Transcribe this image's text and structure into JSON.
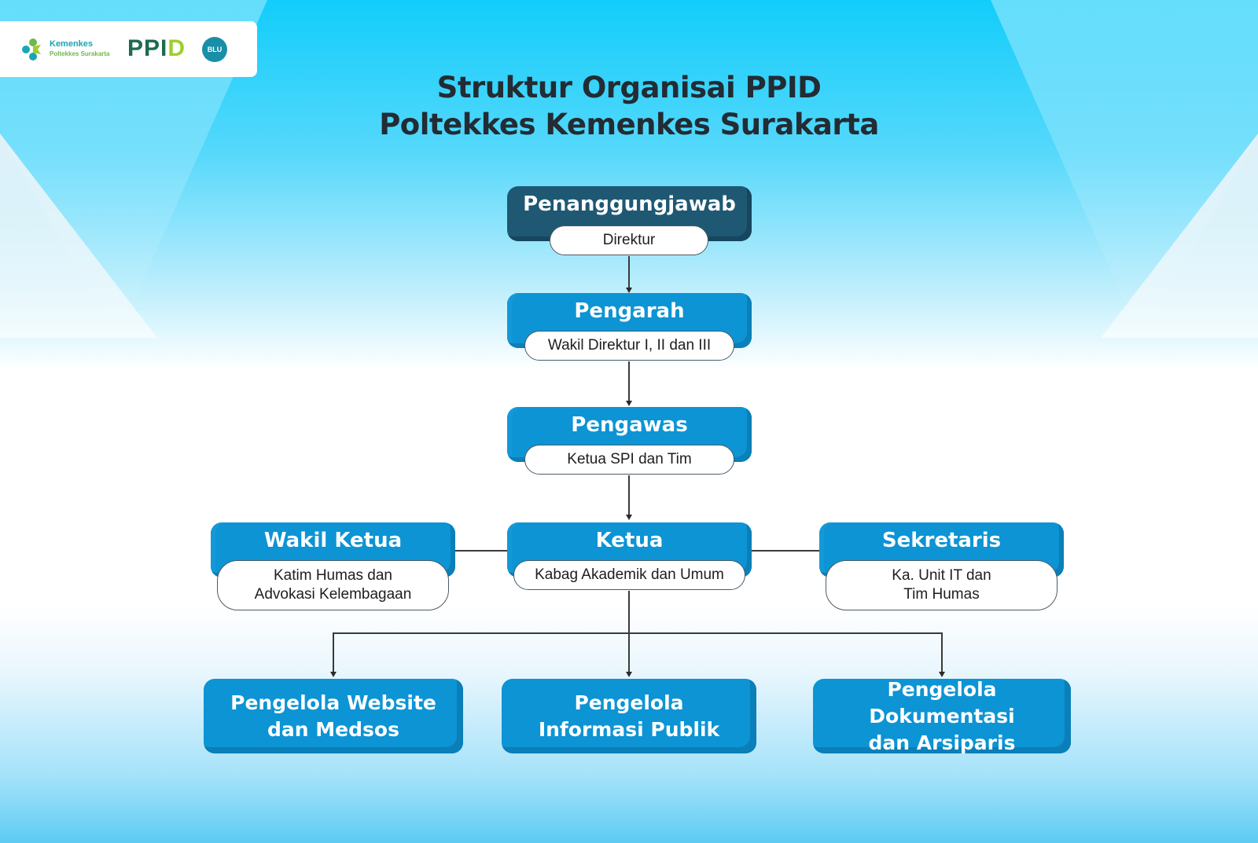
{
  "header": {
    "logo_kemenkes_line1": "Kemenkes",
    "logo_kemenkes_line2": "Poltekkes Surakarta",
    "logo_ppid_main": "PPI",
    "logo_ppid_d": "D",
    "logo_blu": "BLU"
  },
  "title": {
    "line1": "Struktur Organisai PPID",
    "line2": "Poltekkes Kemenkes Surakarta"
  },
  "nodes": {
    "penanggungjawab": {
      "role": "Penanggungjawab",
      "holder": "Direktur"
    },
    "pengarah": {
      "role": "Pengarah",
      "holder": "Wakil Direktur I, II dan III"
    },
    "pengawas": {
      "role": "Pengawas",
      "holder": "Ketua SPI dan Tim"
    },
    "wakil_ketua": {
      "role": "Wakil Ketua",
      "holder_line1": "Katim Humas dan",
      "holder_line2": "Advokasi Kelembagaan"
    },
    "ketua": {
      "role": "Ketua",
      "holder": "Kabag Akademik dan Umum"
    },
    "sekretaris": {
      "role": "Sekretaris",
      "holder_line1": "Ka. Unit IT dan",
      "holder_line2": "Tim Humas"
    },
    "pengelola_website": {
      "line1": "Pengelola Website",
      "line2": "dan Medsos"
    },
    "pengelola_informasi": {
      "line1": "Pengelola",
      "line2": "Informasi Publik"
    },
    "pengelola_dokumentasi": {
      "line1": "Pengelola Dokumentasi",
      "line2": "dan Arsiparis"
    }
  },
  "colors": {
    "primary_blue": "#0d94d4",
    "dark_teal": "#1f5873",
    "title_text": "#232b33"
  }
}
